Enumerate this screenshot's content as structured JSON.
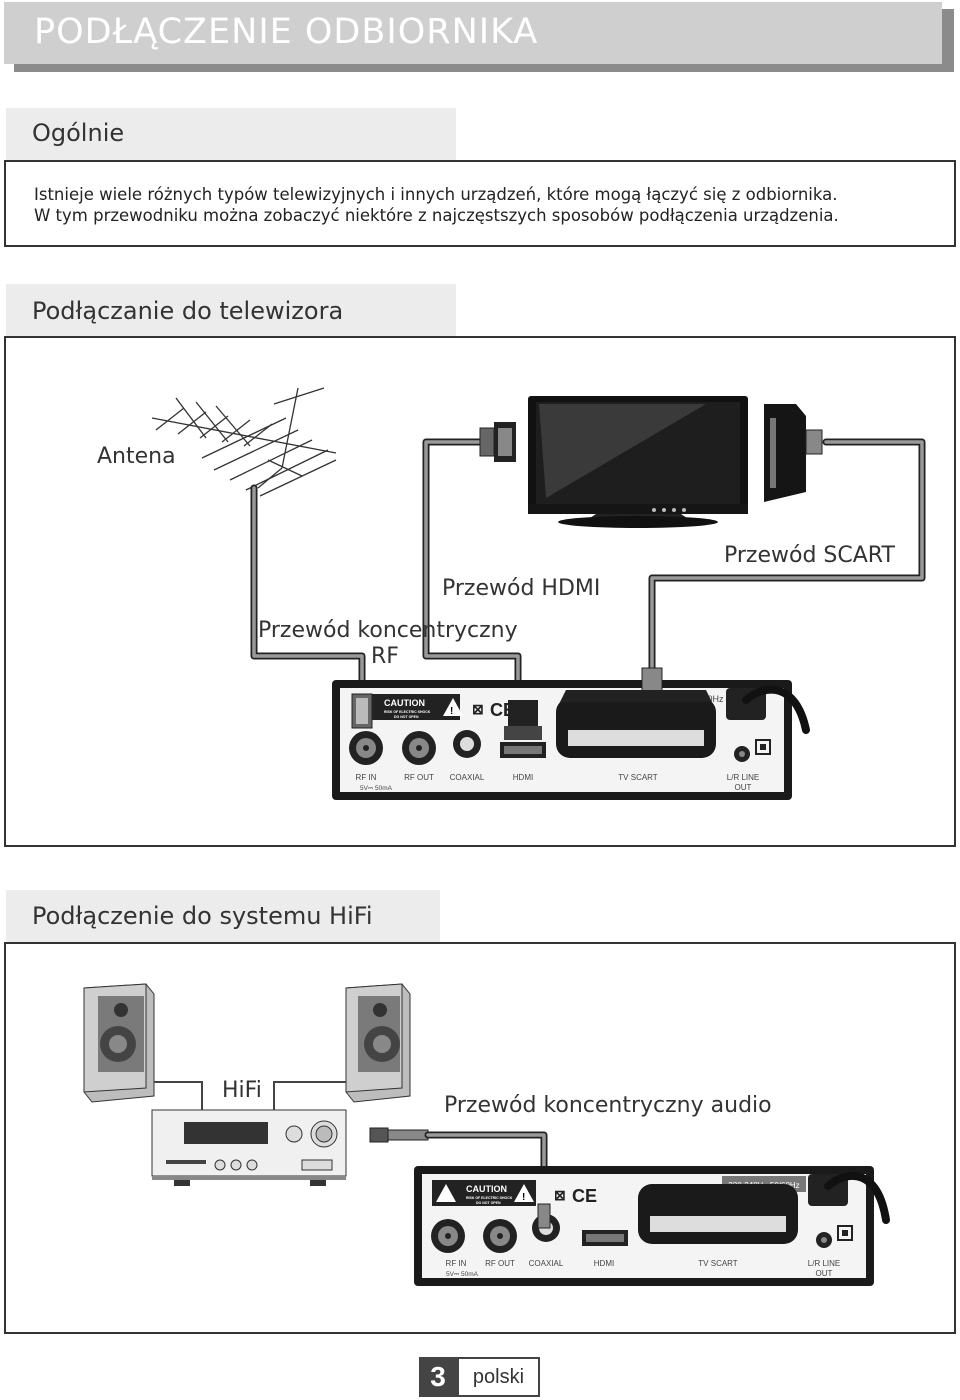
{
  "header": {
    "title": "PODŁĄCZENIE ODBIORNIKA"
  },
  "general": {
    "heading": "Ogólnie",
    "line1": "Istnieje wiele różnych typów telewizyjnych i innych urządzeń, które mogą łączyć się z odbiornika.",
    "line2": "W tym przewodniku można zobaczyć niektóre z najczęstszych sposobów podłączenia urządzenia."
  },
  "tv_section": {
    "heading": "Podłączanie do telewizora",
    "antenna": "Antena",
    "hdmi_cable": "Przewód HDMI",
    "scart_cable": "Przewód SCART",
    "rf_cable_line1": "Przewód koncentryczny",
    "rf_cable_line2": "RF"
  },
  "hifi_section": {
    "heading": "Podłączenie do systemu HiFi",
    "hifi": "HiFi",
    "audio_cable": "Przewód koncentryczny audio"
  },
  "receiver_panel": {
    "caution": "CAUTION",
    "caution_sub1": "RISK OF ELECTRIC SHOCK",
    "caution_sub2": "DO NOT OPEN",
    "ce": "CE",
    "power_rating": "220-240V~ 50/60Hz",
    "power_rating_partial": "50/60Hz",
    "rf_in": "RF IN",
    "rf_in_sub": "5V⎓ 50mA",
    "rf_out": "RF OUT",
    "coaxial": "COAXIAL",
    "hdmi": "HDMI",
    "tv_scart": "TV SCART",
    "lr_line": "L/R LINE",
    "out": "OUT"
  },
  "footer": {
    "page_number": "3",
    "language": "polski"
  }
}
